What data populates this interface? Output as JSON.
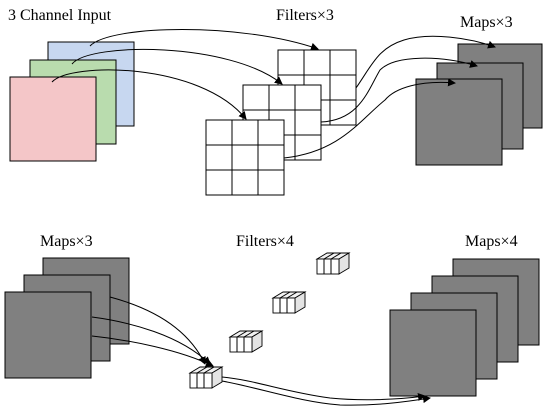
{
  "top": {
    "input_label": "3 Channel Input",
    "filters_label": "Filters×3",
    "maps_label": "Maps×3",
    "channel_colors": [
      "#c7d7f0",
      "#b9dcae",
      "#f4c6c8"
    ]
  },
  "bottom": {
    "input_maps_label": "Maps×3",
    "filters_label": "Filters×4",
    "output_maps_label": "Maps×4"
  },
  "colors": {
    "map_fill": "#808080",
    "stroke": "#000000",
    "background": "#ffffff"
  }
}
